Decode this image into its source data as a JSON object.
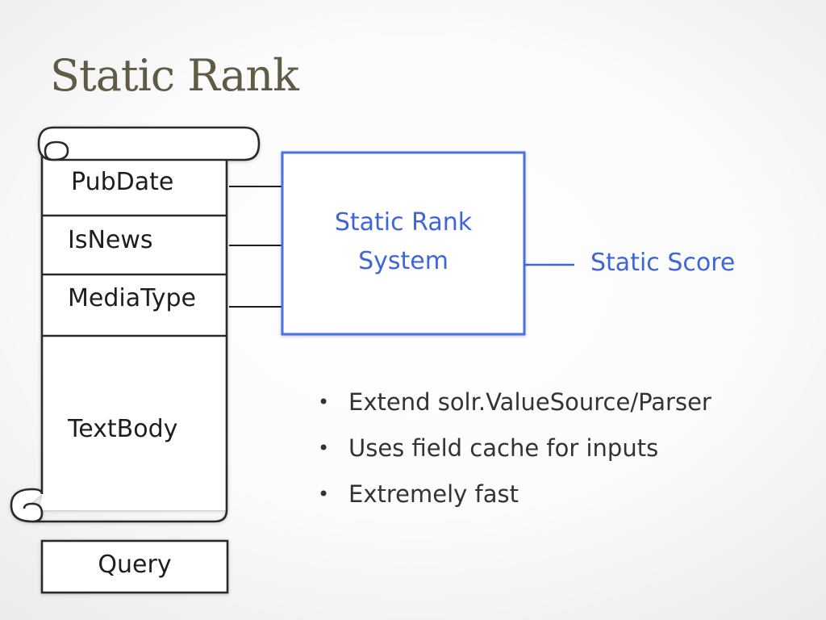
{
  "title": "Static Rank",
  "scroll_fields": [
    "PubDate",
    "IsNews",
    "MediaType",
    "TextBody"
  ],
  "system": {
    "label_line1": "Static Rank",
    "label_line2": "System"
  },
  "output_label": "Static Score",
  "query_label": "Query",
  "bullets": [
    "Extend solr.ValueSource/Parser",
    "Uses field cache for inputs",
    "Extremely fast"
  ],
  "colors": {
    "title": "#5f5b45",
    "accent": "#3e66d8",
    "outline": "#2b2b2b",
    "text": "#333333"
  }
}
